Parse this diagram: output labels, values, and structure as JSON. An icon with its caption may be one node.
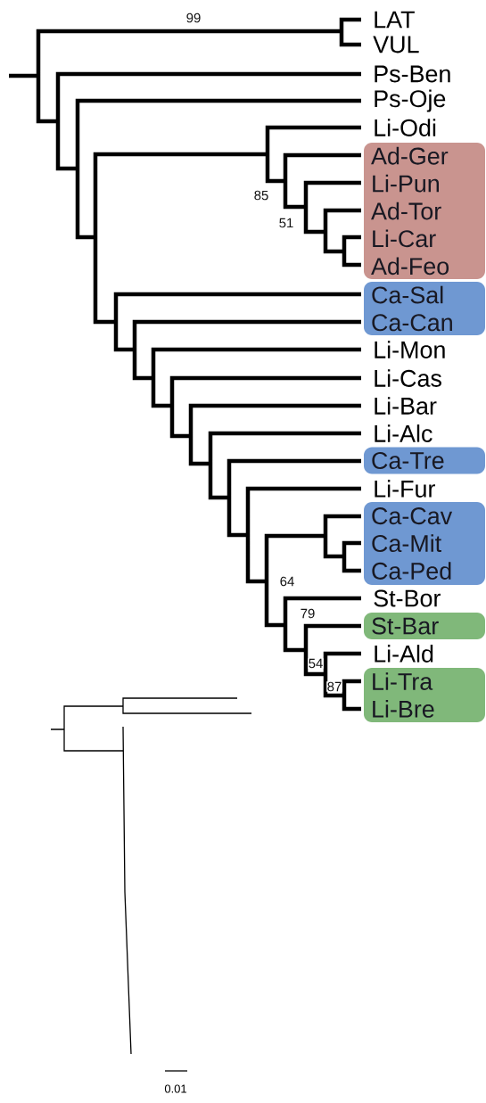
{
  "diagram": {
    "nodes": [
      {
        "text": [
          "Ad-Ger",
          "Li-Pun",
          "Ad-Tor",
          "Li-Car",
          "Ad-Feo"
        ]
      },
      {
        "text": [
          "Ca-Sal",
          "Ca-Can"
        ]
      },
      {
        "text": [
          "Ca-Tre"
        ]
      },
      {
        "text": [
          "Ca-Cav",
          "Ca-Mit",
          "Ca-Ped"
        ]
      },
      {
        "text": [
          "St-Bar"
        ]
      },
      {
        "text": [
          "Li-Tra",
          "Li-Bre"
        ]
      }
    ],
    "labels": [
      "99",
      "LAT",
      "VUL",
      "Ps-Ben",
      "Ps-Oje",
      "Li-Odi",
      "85",
      "51",
      "Li-Mon",
      "Li-Cas",
      "Li-Bar",
      "Li-Alc",
      "Li-Fur",
      "64",
      "St-Bor",
      "79",
      "54",
      "Li-Ald",
      "87",
      "0.01"
    ]
  }
}
